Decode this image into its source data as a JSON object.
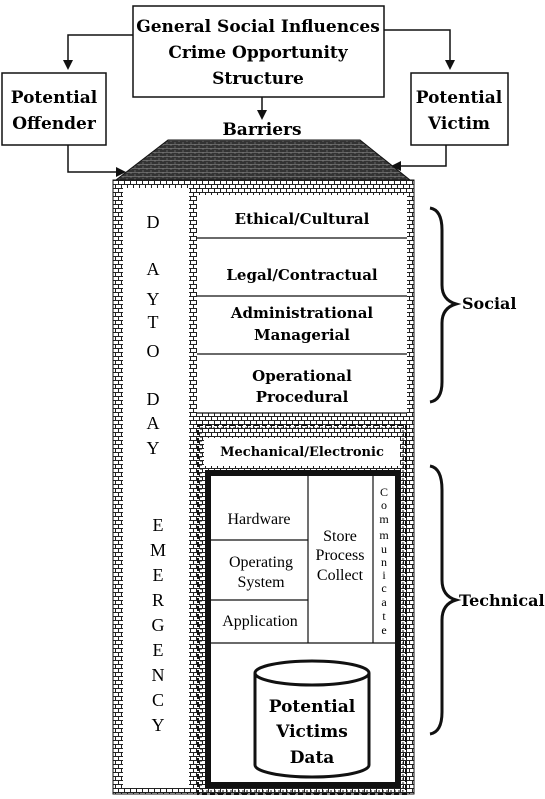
{
  "top_box": {
    "line1": "General Social Influences",
    "line2": "Crime Opportunity",
    "line3": "Structure"
  },
  "offender": {
    "line1": "Potential",
    "line2": "Offender"
  },
  "victim": {
    "line1": "Potential",
    "line2": "Victim"
  },
  "barriers_label": "Barriers",
  "left_column": {
    "day_to_day": [
      "D",
      "A",
      "Y",
      "T",
      "O",
      "D",
      "A",
      "Y"
    ],
    "emergency": [
      "E",
      "M",
      "E",
      "R",
      "G",
      "E",
      "N",
      "C",
      "Y"
    ]
  },
  "social_layers": [
    {
      "line1": "Ethical/Cultural",
      "line2": ""
    },
    {
      "line1": "Legal/Contractual",
      "line2": ""
    },
    {
      "line1": "Administrational",
      "line2": "Managerial"
    },
    {
      "line1": "Operational",
      "line2": "Procedural"
    }
  ],
  "social_label": "Social",
  "technical_label": "Technical",
  "mechanical_label": "Mechanical/Electronic",
  "layers": {
    "hardware": "Hardware",
    "os_line1": "Operating",
    "os_line2": "System",
    "application": "Application",
    "store": "Store",
    "process": "Process",
    "collect": "Collect",
    "communicate": [
      "C",
      "o",
      "m",
      "m",
      "u",
      "n",
      "i",
      "c",
      "a",
      "t",
      "e"
    ]
  },
  "data_store": {
    "line1": "Potential",
    "line2": "Victims",
    "line3": "Data"
  }
}
